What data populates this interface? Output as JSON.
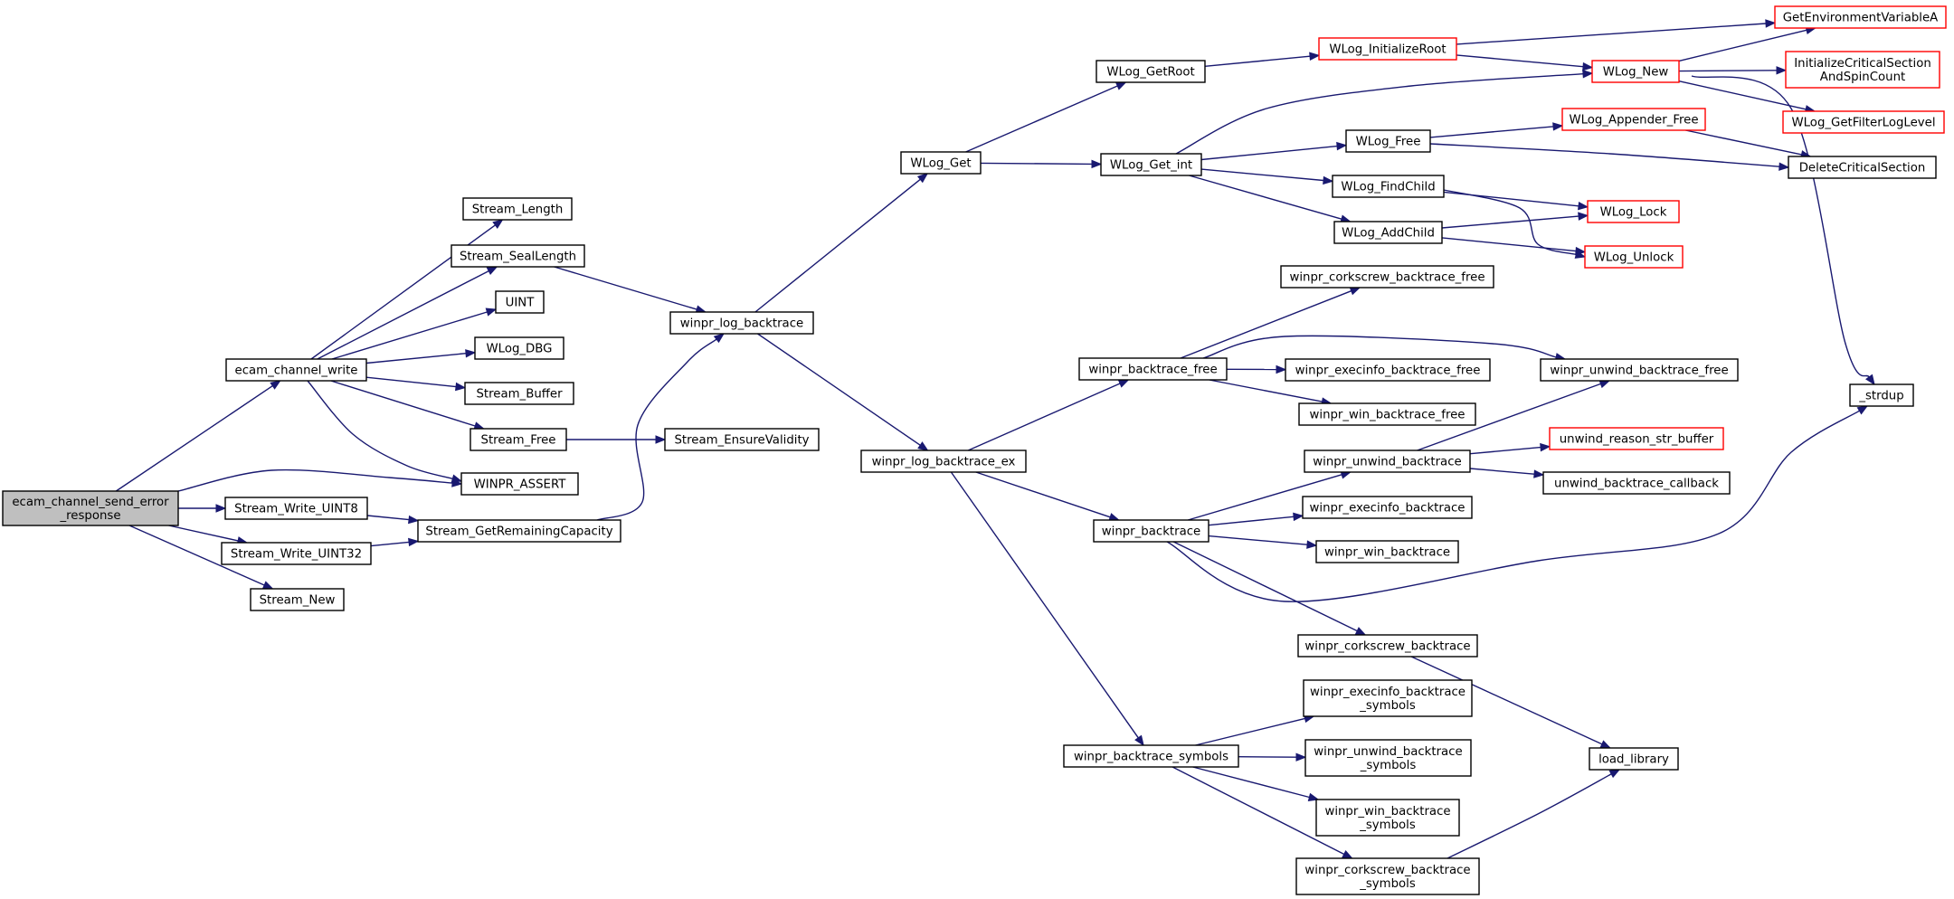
{
  "diagram": {
    "type": "call-graph",
    "colors": {
      "edge": "#191970",
      "node_border": "#000000",
      "external_border": "#ff0000",
      "root_fill": "#bfbfbf",
      "node_fill": "#ffffff"
    },
    "nodes": [
      {
        "id": "ecam_channel_send_error_response",
        "lines": [
          "ecam_channel_send_error",
          "_response"
        ],
        "kind": "root"
      },
      {
        "id": "ecam_channel_write",
        "lines": [
          "ecam_channel_write"
        ],
        "kind": "normal"
      },
      {
        "id": "Stream_Length",
        "lines": [
          "Stream_Length"
        ],
        "kind": "normal"
      },
      {
        "id": "Stream_SealLength",
        "lines": [
          "Stream_SealLength"
        ],
        "kind": "normal"
      },
      {
        "id": "UINT",
        "lines": [
          "UINT"
        ],
        "kind": "normal"
      },
      {
        "id": "WLog_DBG",
        "lines": [
          "WLog_DBG"
        ],
        "kind": "normal"
      },
      {
        "id": "Stream_Buffer",
        "lines": [
          "Stream_Buffer"
        ],
        "kind": "normal"
      },
      {
        "id": "Stream_Free",
        "lines": [
          "Stream_Free"
        ],
        "kind": "normal"
      },
      {
        "id": "WINPR_ASSERT",
        "lines": [
          "WINPR_ASSERT"
        ],
        "kind": "normal"
      },
      {
        "id": "Stream_Write_UINT8",
        "lines": [
          "Stream_Write_UINT8"
        ],
        "kind": "normal"
      },
      {
        "id": "Stream_Write_UINT32",
        "lines": [
          "Stream_Write_UINT32"
        ],
        "kind": "normal"
      },
      {
        "id": "Stream_New",
        "lines": [
          "Stream_New"
        ],
        "kind": "normal"
      },
      {
        "id": "Stream_GetRemainingCapacity",
        "lines": [
          "Stream_GetRemainingCapacity"
        ],
        "kind": "normal"
      },
      {
        "id": "Stream_EnsureValidity",
        "lines": [
          "Stream_EnsureValidity"
        ],
        "kind": "normal"
      },
      {
        "id": "winpr_log_backtrace",
        "lines": [
          "winpr_log_backtrace"
        ],
        "kind": "normal"
      },
      {
        "id": "winpr_log_backtrace_ex",
        "lines": [
          "winpr_log_backtrace_ex"
        ],
        "kind": "normal"
      },
      {
        "id": "WLog_Get",
        "lines": [
          "WLog_Get"
        ],
        "kind": "normal"
      },
      {
        "id": "WLog_GetRoot",
        "lines": [
          "WLog_GetRoot"
        ],
        "kind": "normal"
      },
      {
        "id": "WLog_Get_int",
        "lines": [
          "WLog_Get_int"
        ],
        "kind": "normal"
      },
      {
        "id": "WLog_InitializeRoot",
        "lines": [
          "WLog_InitializeRoot"
        ],
        "kind": "external"
      },
      {
        "id": "WLog_New",
        "lines": [
          "WLog_New"
        ],
        "kind": "external"
      },
      {
        "id": "WLog_Free",
        "lines": [
          "WLog_Free"
        ],
        "kind": "normal"
      },
      {
        "id": "WLog_FindChild",
        "lines": [
          "WLog_FindChild"
        ],
        "kind": "normal"
      },
      {
        "id": "WLog_AddChild",
        "lines": [
          "WLog_AddChild"
        ],
        "kind": "normal"
      },
      {
        "id": "WLog_Appender_Free",
        "lines": [
          "WLog_Appender_Free"
        ],
        "kind": "external"
      },
      {
        "id": "WLog_Lock",
        "lines": [
          "WLog_Lock"
        ],
        "kind": "external"
      },
      {
        "id": "WLog_Unlock",
        "lines": [
          "WLog_Unlock"
        ],
        "kind": "external"
      },
      {
        "id": "GetEnvironmentVariableA",
        "lines": [
          "GetEnvironmentVariableA"
        ],
        "kind": "external"
      },
      {
        "id": "InitializeCriticalSectionAndSpinCount",
        "lines": [
          "InitializeCriticalSection",
          "AndSpinCount"
        ],
        "kind": "external"
      },
      {
        "id": "WLog_GetFilterLogLevel",
        "lines": [
          "WLog_GetFilterLogLevel"
        ],
        "kind": "external"
      },
      {
        "id": "DeleteCriticalSection",
        "lines": [
          "DeleteCriticalSection"
        ],
        "kind": "normal"
      },
      {
        "id": "_strdup",
        "lines": [
          "_strdup"
        ],
        "kind": "normal"
      },
      {
        "id": "winpr_corkscrew_backtrace_free",
        "lines": [
          "winpr_corkscrew_backtrace_free"
        ],
        "kind": "normal"
      },
      {
        "id": "winpr_backtrace_free",
        "lines": [
          "winpr_backtrace_free"
        ],
        "kind": "normal"
      },
      {
        "id": "winpr_execinfo_backtrace_free",
        "lines": [
          "winpr_execinfo_backtrace_free"
        ],
        "kind": "normal"
      },
      {
        "id": "winpr_unwind_backtrace_free",
        "lines": [
          "winpr_unwind_backtrace_free"
        ],
        "kind": "normal"
      },
      {
        "id": "winpr_win_backtrace_free",
        "lines": [
          "winpr_win_backtrace_free"
        ],
        "kind": "normal"
      },
      {
        "id": "winpr_unwind_backtrace",
        "lines": [
          "winpr_unwind_backtrace"
        ],
        "kind": "normal"
      },
      {
        "id": "unwind_reason_str_buffer",
        "lines": [
          "unwind_reason_str_buffer"
        ],
        "kind": "external"
      },
      {
        "id": "unwind_backtrace_callback",
        "lines": [
          "unwind_backtrace_callback"
        ],
        "kind": "normal"
      },
      {
        "id": "winpr_backtrace",
        "lines": [
          "winpr_backtrace"
        ],
        "kind": "normal"
      },
      {
        "id": "winpr_execinfo_backtrace",
        "lines": [
          "winpr_execinfo_backtrace"
        ],
        "kind": "normal"
      },
      {
        "id": "winpr_win_backtrace",
        "lines": [
          "winpr_win_backtrace"
        ],
        "kind": "normal"
      },
      {
        "id": "winpr_corkscrew_backtrace",
        "lines": [
          "winpr_corkscrew_backtrace"
        ],
        "kind": "normal"
      },
      {
        "id": "load_library",
        "lines": [
          "load_library"
        ],
        "kind": "normal"
      },
      {
        "id": "winpr_backtrace_symbols",
        "lines": [
          "winpr_backtrace_symbols"
        ],
        "kind": "normal"
      },
      {
        "id": "winpr_execinfo_backtrace_symbols",
        "lines": [
          "winpr_execinfo_backtrace",
          "_symbols"
        ],
        "kind": "normal"
      },
      {
        "id": "winpr_unwind_backtrace_symbols",
        "lines": [
          "winpr_unwind_backtrace",
          "_symbols"
        ],
        "kind": "normal"
      },
      {
        "id": "winpr_win_backtrace_symbols",
        "lines": [
          "winpr_win_backtrace",
          "_symbols"
        ],
        "kind": "normal"
      },
      {
        "id": "winpr_corkscrew_backtrace_symbols",
        "lines": [
          "winpr_corkscrew_backtrace",
          "_symbols"
        ],
        "kind": "normal"
      }
    ],
    "edges": [
      [
        "ecam_channel_send_error_response",
        "ecam_channel_write"
      ],
      [
        "ecam_channel_send_error_response",
        "WINPR_ASSERT"
      ],
      [
        "ecam_channel_send_error_response",
        "Stream_Write_UINT8"
      ],
      [
        "ecam_channel_send_error_response",
        "Stream_Write_UINT32"
      ],
      [
        "ecam_channel_send_error_response",
        "Stream_New"
      ],
      [
        "ecam_channel_write",
        "Stream_Length"
      ],
      [
        "ecam_channel_write",
        "Stream_SealLength"
      ],
      [
        "ecam_channel_write",
        "UINT"
      ],
      [
        "ecam_channel_write",
        "WLog_DBG"
      ],
      [
        "ecam_channel_write",
        "Stream_Buffer"
      ],
      [
        "ecam_channel_write",
        "Stream_Free"
      ],
      [
        "ecam_channel_write",
        "WINPR_ASSERT"
      ],
      [
        "Stream_SealLength",
        "winpr_log_backtrace"
      ],
      [
        "Stream_Free",
        "Stream_EnsureValidity"
      ],
      [
        "Stream_Write_UINT8",
        "Stream_GetRemainingCapacity"
      ],
      [
        "Stream_Write_UINT32",
        "Stream_GetRemainingCapacity"
      ],
      [
        "Stream_GetRemainingCapacity",
        "winpr_log_backtrace"
      ],
      [
        "winpr_log_backtrace",
        "WLog_Get"
      ],
      [
        "winpr_log_backtrace",
        "winpr_log_backtrace_ex"
      ],
      [
        "WLog_Get",
        "WLog_GetRoot"
      ],
      [
        "WLog_Get",
        "WLog_Get_int"
      ],
      [
        "WLog_GetRoot",
        "WLog_InitializeRoot"
      ],
      [
        "WLog_InitializeRoot",
        "GetEnvironmentVariableA"
      ],
      [
        "WLog_InitializeRoot",
        "WLog_New"
      ],
      [
        "WLog_Get_int",
        "WLog_New"
      ],
      [
        "WLog_Get_int",
        "WLog_Free"
      ],
      [
        "WLog_Get_int",
        "WLog_FindChild"
      ],
      [
        "WLog_Get_int",
        "WLog_AddChild"
      ],
      [
        "WLog_New",
        "GetEnvironmentVariableA"
      ],
      [
        "WLog_New",
        "InitializeCriticalSectionAndSpinCount"
      ],
      [
        "WLog_New",
        "WLog_GetFilterLogLevel"
      ],
      [
        "WLog_New",
        "_strdup"
      ],
      [
        "WLog_Free",
        "WLog_Appender_Free"
      ],
      [
        "WLog_Free",
        "DeleteCriticalSection"
      ],
      [
        "WLog_Appender_Free",
        "DeleteCriticalSection"
      ],
      [
        "WLog_FindChild",
        "WLog_Lock"
      ],
      [
        "WLog_FindChild",
        "WLog_Unlock"
      ],
      [
        "WLog_AddChild",
        "WLog_Lock"
      ],
      [
        "WLog_AddChild",
        "WLog_Unlock"
      ],
      [
        "winpr_log_backtrace_ex",
        "winpr_backtrace_free"
      ],
      [
        "winpr_log_backtrace_ex",
        "winpr_backtrace"
      ],
      [
        "winpr_log_backtrace_ex",
        "winpr_backtrace_symbols"
      ],
      [
        "winpr_backtrace_free",
        "winpr_corkscrew_backtrace_free"
      ],
      [
        "winpr_backtrace_free",
        "winpr_unwind_backtrace_free"
      ],
      [
        "winpr_backtrace_free",
        "winpr_execinfo_backtrace_free"
      ],
      [
        "winpr_backtrace_free",
        "winpr_win_backtrace_free"
      ],
      [
        "winpr_backtrace",
        "winpr_unwind_backtrace"
      ],
      [
        "winpr_backtrace",
        "winpr_execinfo_backtrace"
      ],
      [
        "winpr_backtrace",
        "winpr_win_backtrace"
      ],
      [
        "winpr_backtrace",
        "_strdup"
      ],
      [
        "winpr_backtrace",
        "winpr_corkscrew_backtrace"
      ],
      [
        "winpr_unwind_backtrace",
        "winpr_unwind_backtrace_free"
      ],
      [
        "winpr_unwind_backtrace",
        "unwind_reason_str_buffer"
      ],
      [
        "winpr_unwind_backtrace",
        "unwind_backtrace_callback"
      ],
      [
        "winpr_corkscrew_backtrace",
        "load_library"
      ],
      [
        "winpr_backtrace_symbols",
        "winpr_execinfo_backtrace_symbols"
      ],
      [
        "winpr_backtrace_symbols",
        "winpr_unwind_backtrace_symbols"
      ],
      [
        "winpr_backtrace_symbols",
        "winpr_win_backtrace_symbols"
      ],
      [
        "winpr_backtrace_symbols",
        "winpr_corkscrew_backtrace_symbols"
      ],
      [
        "winpr_corkscrew_backtrace_symbols",
        "load_library"
      ]
    ]
  }
}
